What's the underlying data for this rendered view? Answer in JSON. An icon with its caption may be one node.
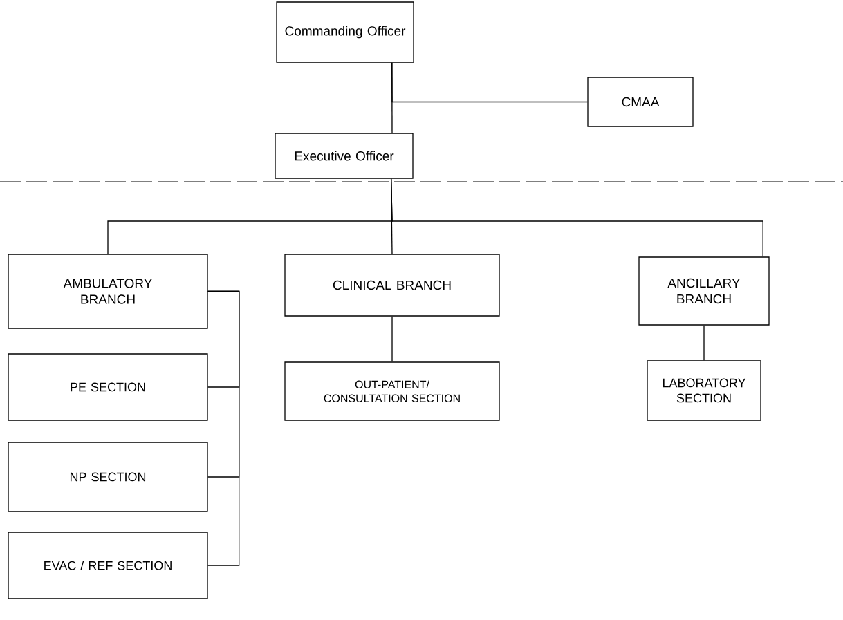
{
  "diagram": {
    "nodes": [
      {
        "text": [
          "Commanding Officer"
        ]
      },
      {
        "text": [
          "CMAA"
        ]
      },
      {
        "text": [
          "Executive Officer"
        ]
      },
      {
        "text": [
          "AMBULATORY BRANCH"
        ]
      },
      {
        "text": [
          "CLINICAL BRANCH"
        ]
      },
      {
        "text": [
          "ANCILLARY BRANCH"
        ]
      },
      {
        "text": [
          "PE SECTION"
        ]
      },
      {
        "text": [
          "NP SECTION"
        ]
      },
      {
        "text": [
          "EVAC / REF SECTION"
        ]
      },
      {
        "text": [
          "OUT-PATIENT/ CONSULTATION SECTION"
        ]
      },
      {
        "text": [
          "LABORATORY SECTION"
        ]
      }
    ],
    "edges": [
      {
        "from": 0,
        "to": 2,
        "arrow": "none"
      },
      {
        "from": 0,
        "to": 1,
        "arrow": "none"
      },
      {
        "from": 2,
        "to": 3,
        "arrow": "none"
      },
      {
        "from": 2,
        "to": 4,
        "arrow": "none"
      },
      {
        "from": 2,
        "to": 5,
        "arrow": "none"
      },
      {
        "from": 4,
        "to": 9,
        "arrow": "none"
      },
      {
        "from": 5,
        "to": 10,
        "arrow": "none"
      },
      {
        "from": 3,
        "to": 6,
        "arrow": "none"
      },
      {
        "from": 3,
        "to": 7,
        "arrow": "none"
      },
      {
        "from": 3,
        "to": 8,
        "arrow": "none"
      }
    ]
  }
}
